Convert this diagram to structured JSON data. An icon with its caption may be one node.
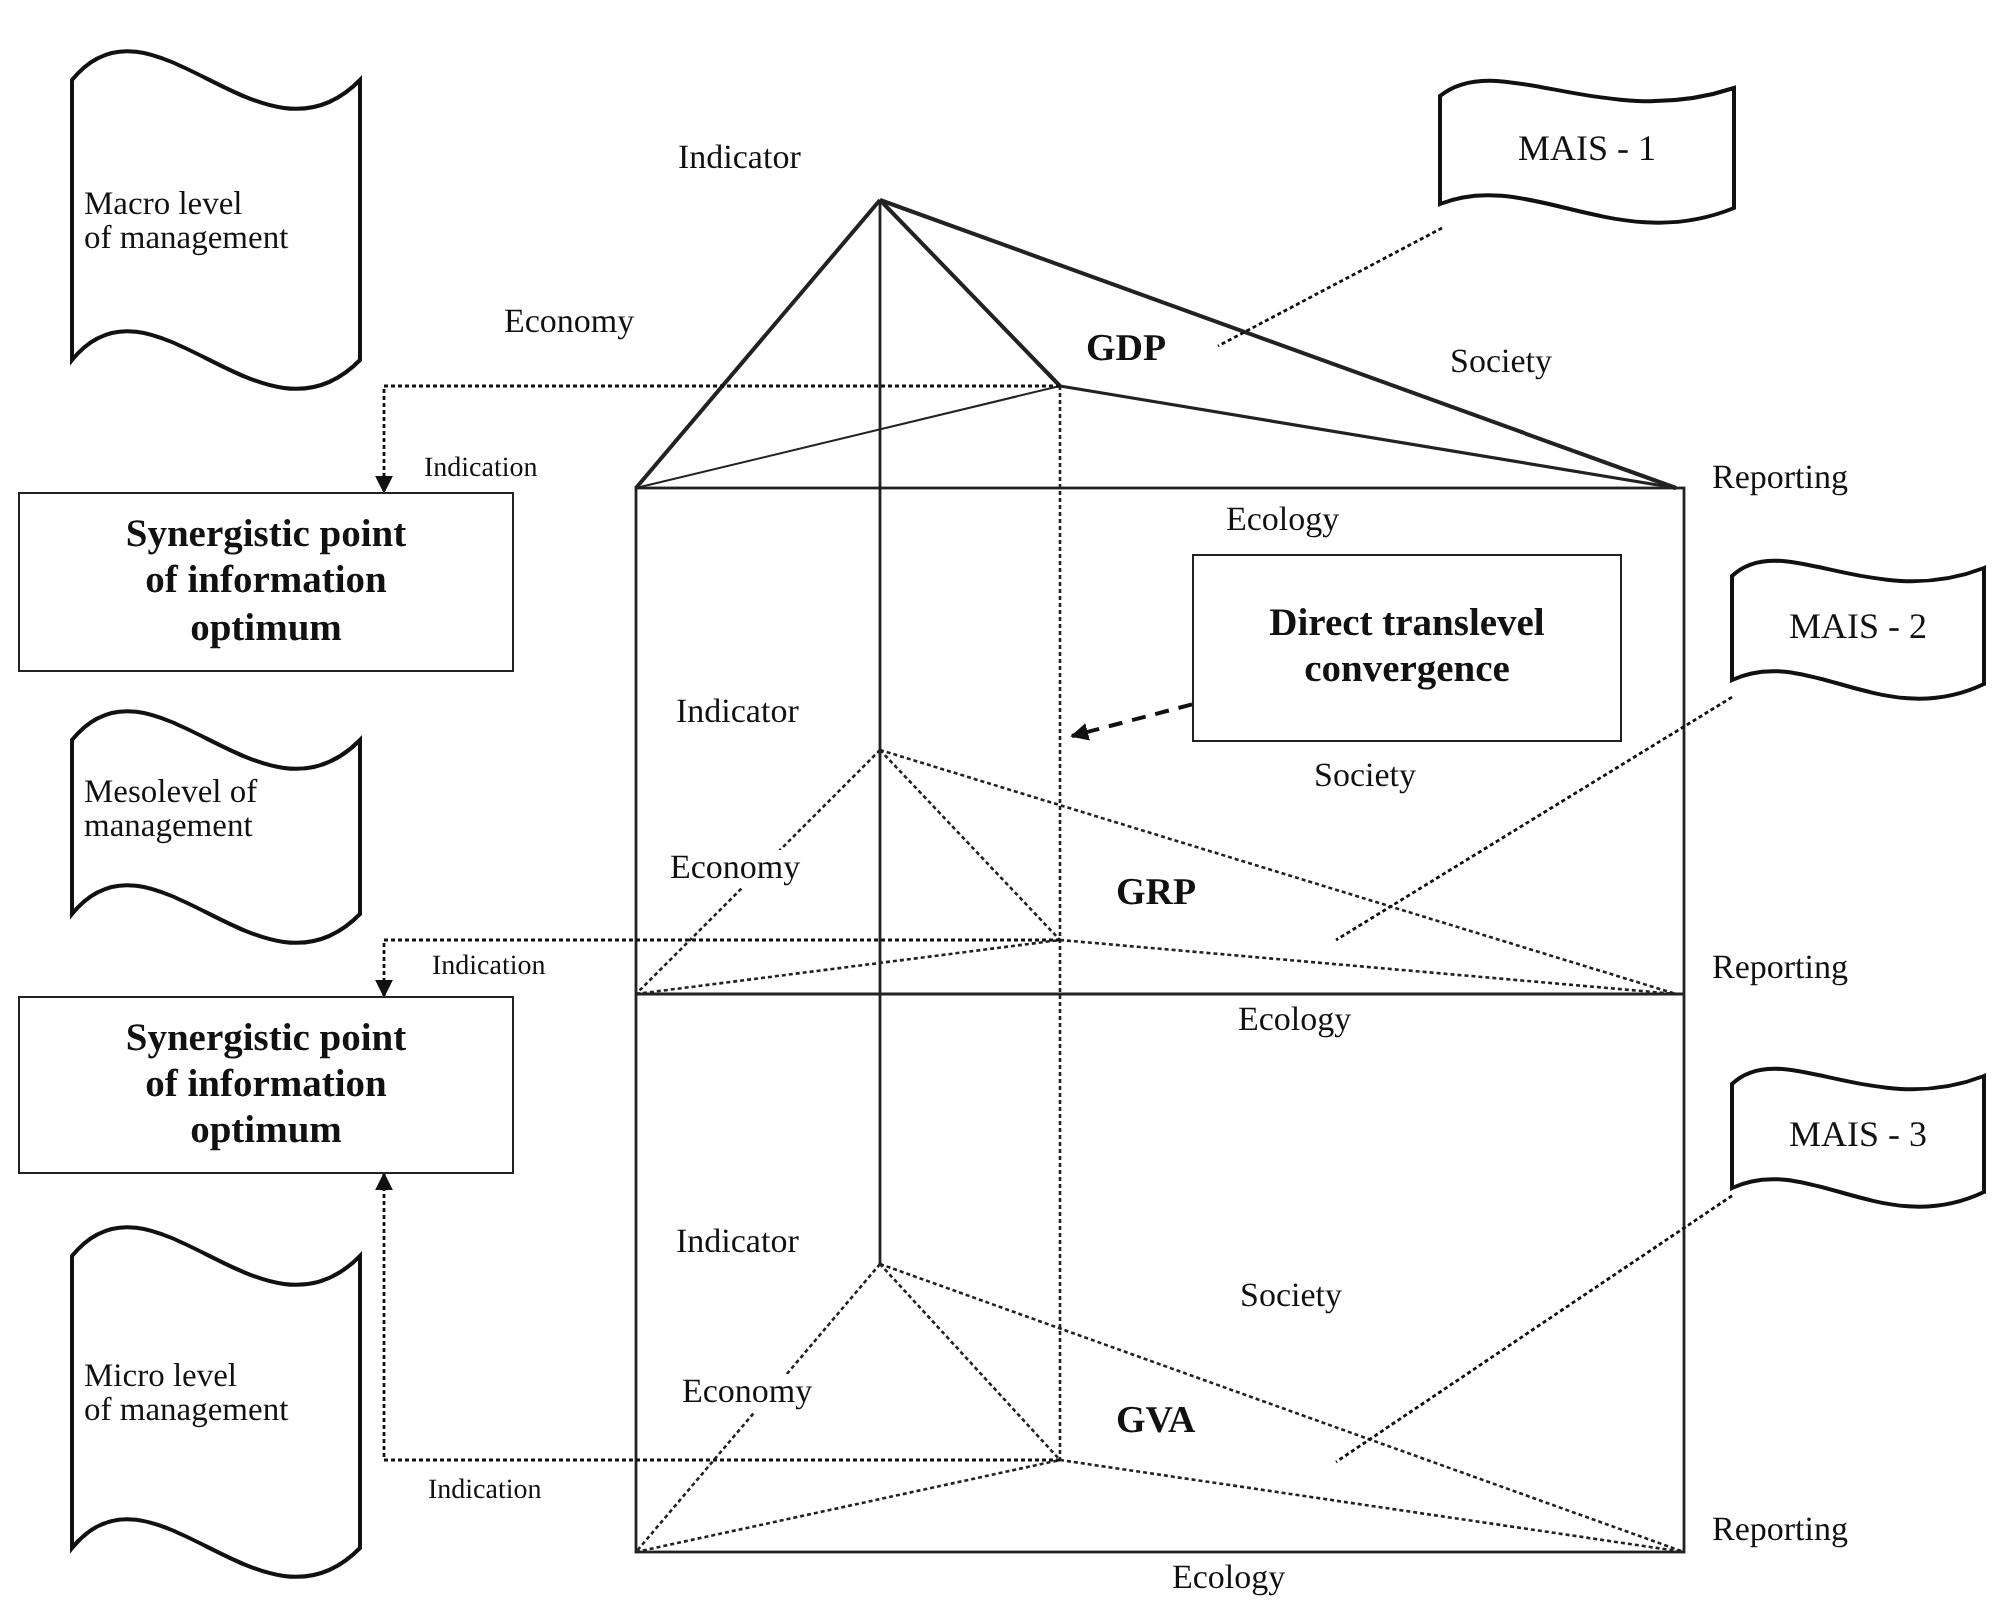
{
  "diagram": {
    "nodes": [
      {
        "text": [
          "Macro level of management"
        ]
      },
      {
        "text": [
          "Synergistic point of information optimum"
        ]
      },
      {
        "text": [
          "Mesolevel of management"
        ]
      },
      {
        "text": [
          "Synergistic point of information optimum"
        ]
      },
      {
        "text": [
          "Micro level of management"
        ]
      },
      {
        "text": [
          "MAIS - 1"
        ]
      },
      {
        "text": [
          "Direct translevel convergence"
        ]
      },
      {
        "text": [
          "MAIS - 2"
        ]
      },
      {
        "text": [
          "MAIS - 3"
        ]
      }
    ],
    "edges": [
      {
        "from": null,
        "to": 1,
        "arrow": "to",
        "label": "Indication"
      },
      {
        "from": null,
        "to": 3,
        "arrow": "to",
        "label": "Indication"
      },
      {
        "from": null,
        "to": 3,
        "arrow": "to",
        "label": "Indication"
      },
      {
        "from": 6,
        "to": null,
        "arrow": "to",
        "style": "dashed"
      },
      {
        "from": 5,
        "to": null,
        "arrow": "none"
      },
      {
        "from": 7,
        "to": null,
        "arrow": "none"
      },
      {
        "from": 8,
        "to": null,
        "arrow": "none"
      }
    ],
    "labels": [
      "Indicator",
      "Economy",
      "GDP",
      "Society",
      "Reporting",
      "Ecology",
      "Indicator",
      "Society",
      "Economy",
      "GRP",
      "Reporting",
      "Ecology",
      "Indicator",
      "Society",
      "Economy",
      "GVA",
      "Reporting",
      "Ecology"
    ]
  }
}
